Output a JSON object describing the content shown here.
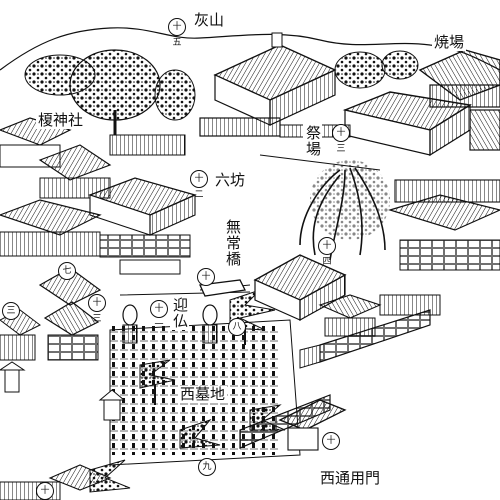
{
  "labels": {
    "haiyama": "灰山",
    "yakiba": "焼場",
    "enoki_jinja": "榎神社",
    "saiba": "祭場",
    "roppou": "六坊",
    "mujou_bashi": "無常橋",
    "mukae_botoke": "迎仏",
    "nishi_bochi": "西墓地",
    "nishi_tsuuyoumon": "西通用門"
  },
  "markers": {
    "m_haiyama": "十五",
    "m_saiba": "十三",
    "m_roppou": "十二",
    "m_mujou": "十",
    "m_temple": "十四",
    "m_mukae": "十一",
    "m_left_a": "七",
    "m_left_b": "十三",
    "m_left_c": "三",
    "m_right_buddha": "八",
    "m_nishi_bochi": "九",
    "m_gate": "十",
    "m_bottom_left": "十"
  }
}
